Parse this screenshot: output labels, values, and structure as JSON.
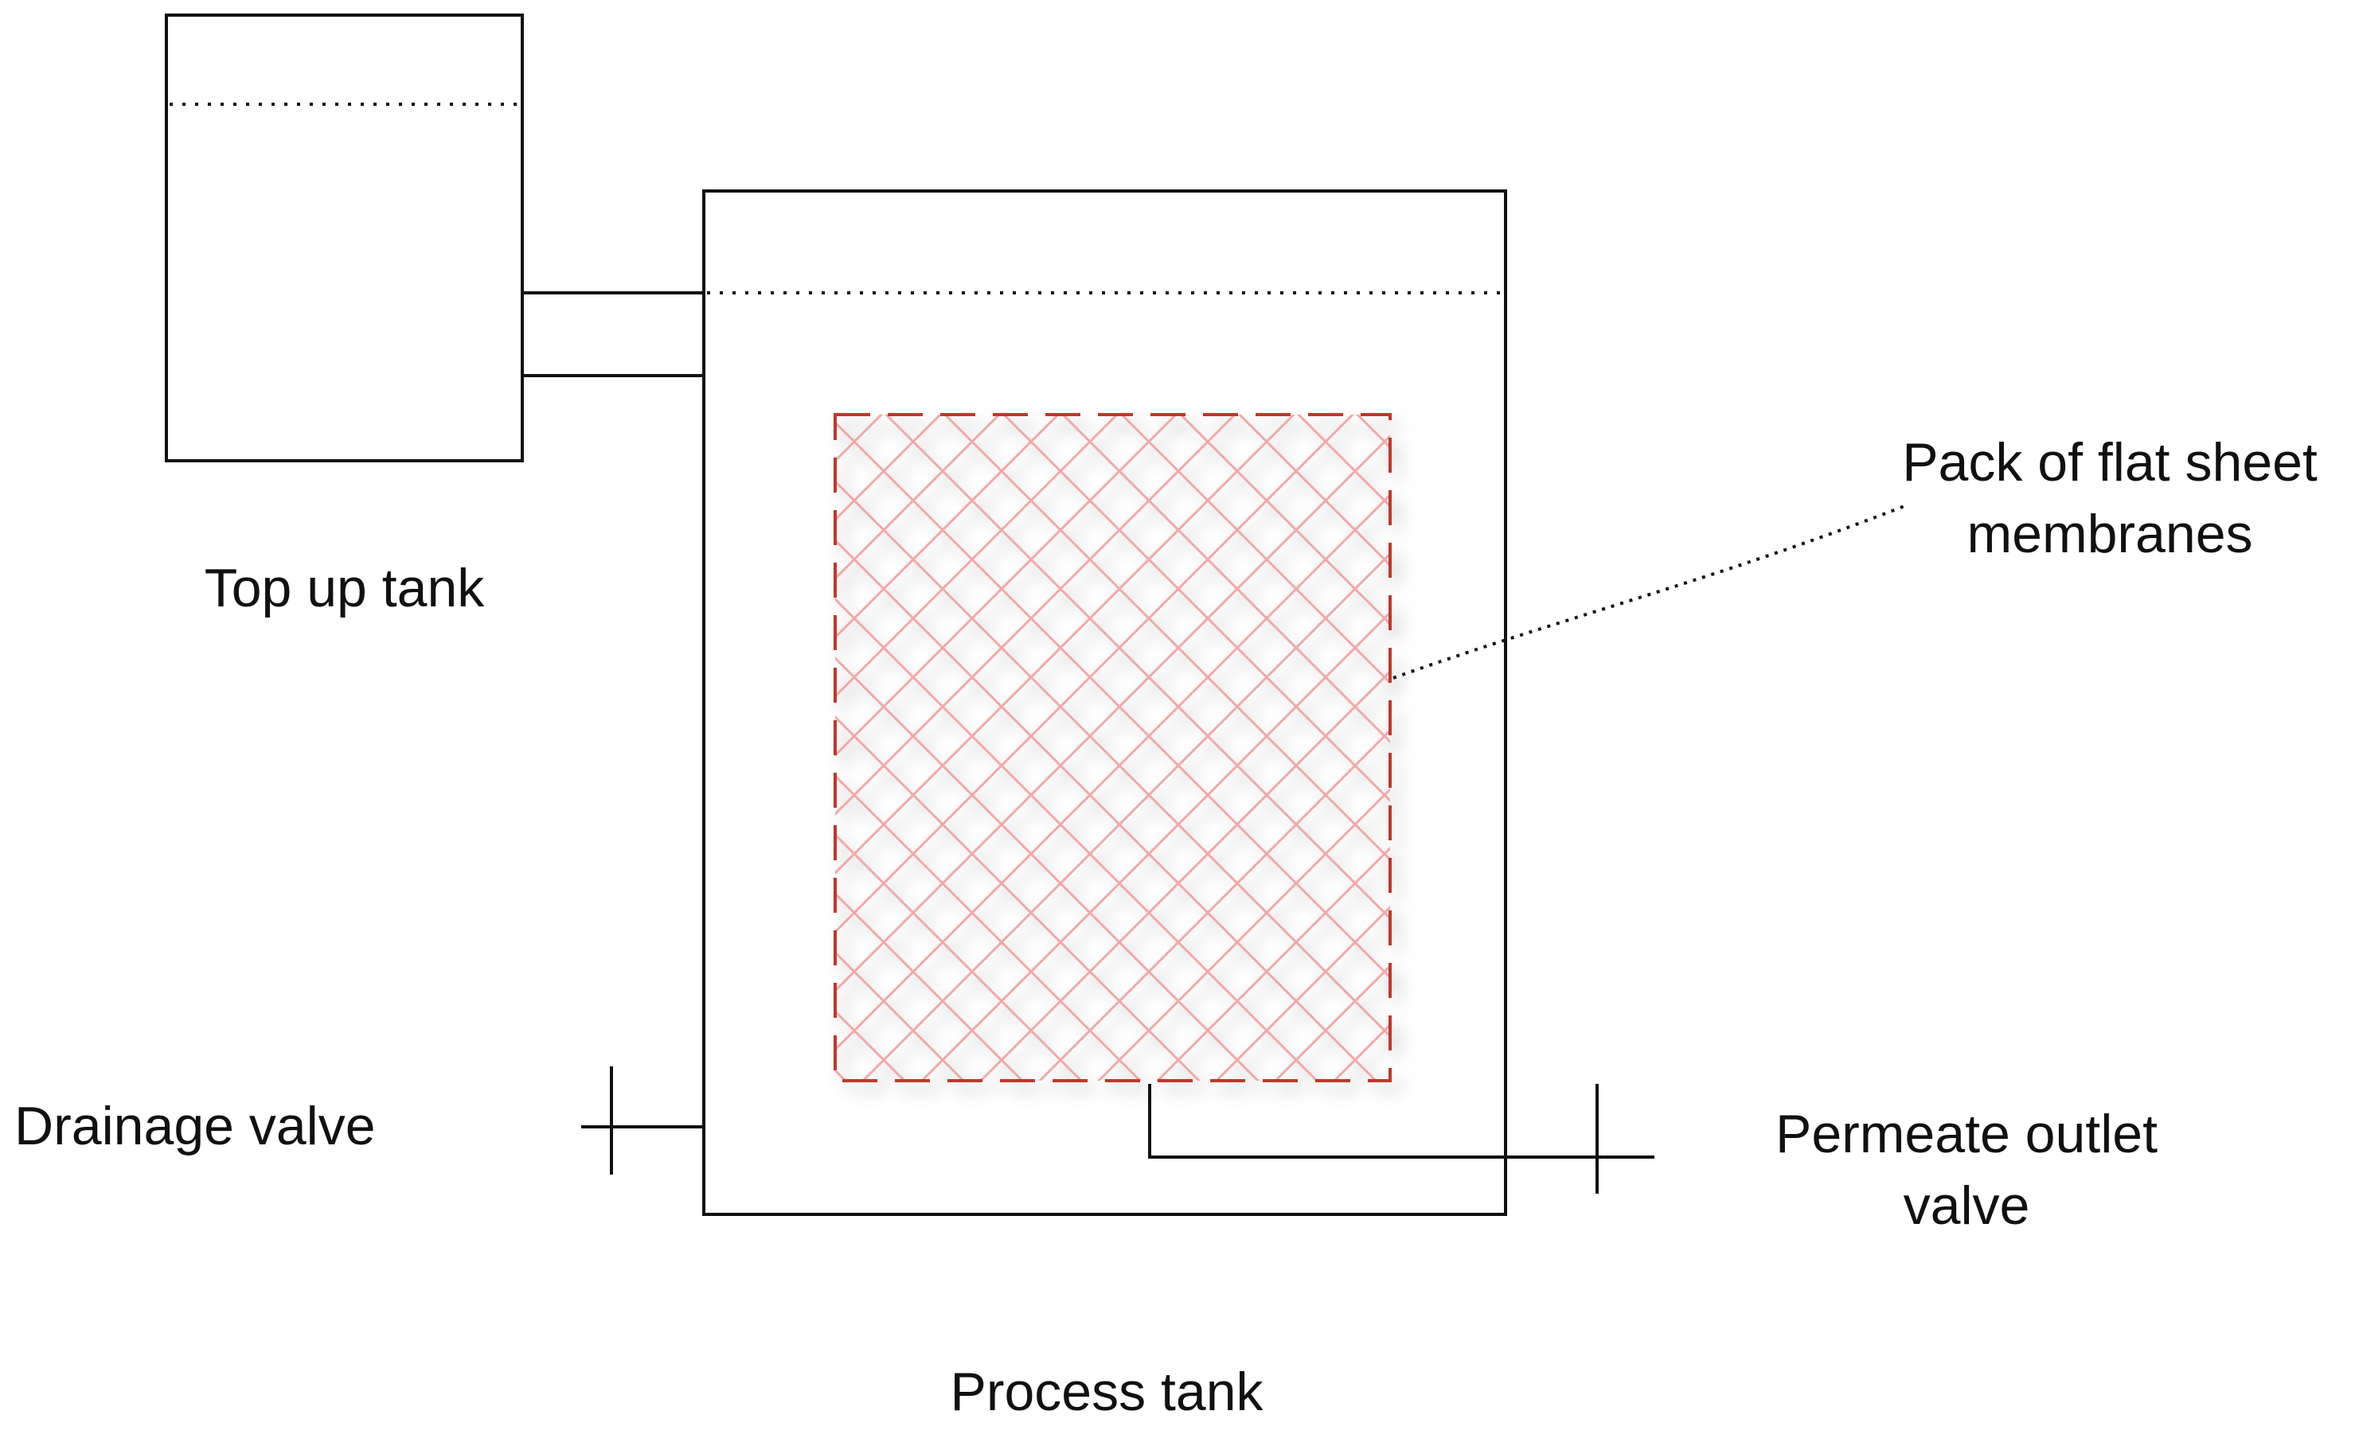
{
  "labels": {
    "top_up_tank": "Top up tank",
    "process_tank": "Process tank",
    "drainage_valve": "Drainage valve",
    "membranes": [
      "Pack of flat sheet",
      "membranes"
    ],
    "permeate_outlet_valve": [
      "Permeate outlet",
      "valve"
    ]
  },
  "colors": {
    "line": "#111111",
    "membrane_border": "#c0392b",
    "membrane_hatch": "#f2a8a8"
  }
}
